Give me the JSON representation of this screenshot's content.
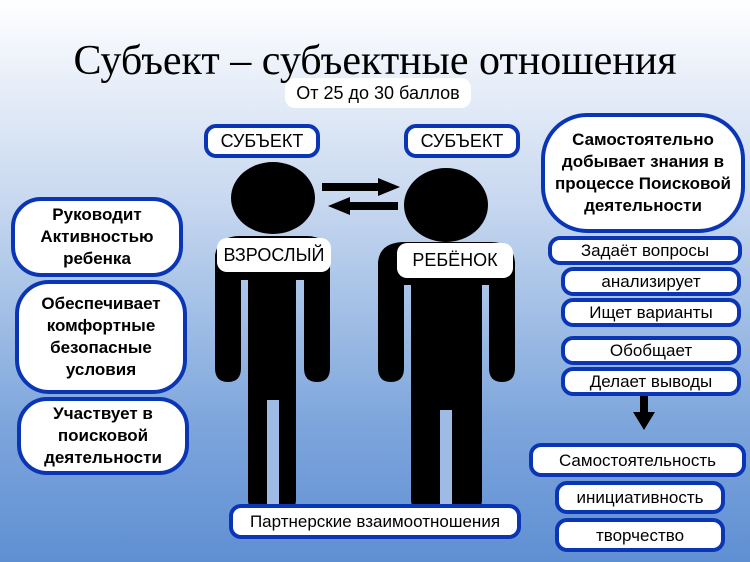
{
  "title": "Субъект – субъектные отношения",
  "score": "От 25 до 30 баллов",
  "subjects": {
    "left": "СУБЪЕКТ",
    "right": "СУБЪЕКТ"
  },
  "figures": {
    "adult": "ВЗРОСЛЫЙ",
    "child": "РЕБЁНОК"
  },
  "left_column": [
    "Руководит Активностью ребенка",
    "Обеспечивает комфортные безопасные условия",
    "Участвует в поисковой деятельности"
  ],
  "right_column": {
    "top": "Самостоятельно добывает знания в процессе Поисковой деятельности",
    "actions": [
      "Задаёт вопросы",
      "анализирует",
      "Ищет варианты",
      "Обобщает",
      "Делает выводы"
    ],
    "outcomes": [
      "Самостоятельность",
      "инициативность",
      "творчество"
    ]
  },
  "bottom": "Партнерские взаимоотношения",
  "colors": {
    "border": "#0a35b5",
    "figure": "#000000",
    "box_fill": "#ffffff"
  }
}
